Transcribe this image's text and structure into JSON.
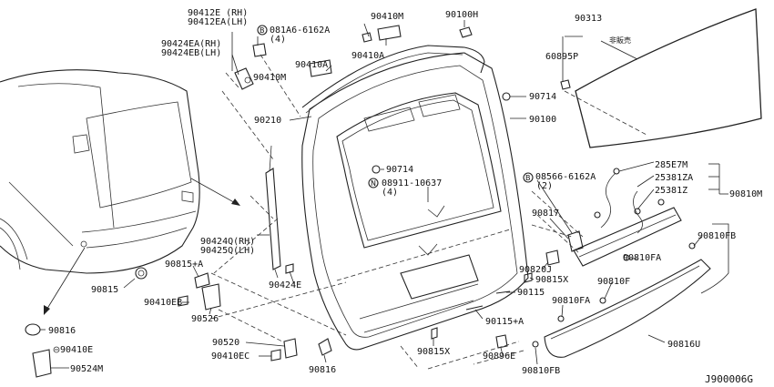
{
  "diagram_code": "J900006G",
  "note_not_for_sale": "非販売",
  "labels": {
    "p90412e": "90412E (RH)",
    "p90412ea": "90412EA(LH)",
    "p90424ea": "90424EA(RH)",
    "p90424eb": "90424EB(LH)",
    "bolt_b1": "081A6-6162A",
    "bolt_b1_qty": "(4)",
    "p90410a_top": "90410A",
    "p90410m_top": "90410M",
    "p90410m_mid": "90410M",
    "p90410a_mid": "90410A",
    "p90100h": "90100H",
    "p90210": "90210",
    "p90714a": "90714",
    "p90100": "90100",
    "p90313": "90313",
    "p60895p": "60895P",
    "p90714b": "90714",
    "nut_n1": "08911-10637",
    "nut_n1_qty": "(4)",
    "bolt_b2": "08566-6162A",
    "bolt_b2_qty": "(2)",
    "p285e7m": "285E7M",
    "p25381za": "25381ZA",
    "p25381z": "25381Z",
    "p90810m": "90810M",
    "p90817": "90817",
    "p90424q": "90424Q(RH)",
    "p90425q": "90425Q(LH)",
    "p90810fb_top": "90810FB",
    "p90810fa_top": "90810FA",
    "p90820j": "90820J",
    "p90815x_mid": "90815X",
    "p90815a": "90815+A",
    "p90424e": "90424E",
    "p90115": "90115",
    "p90810f": "90810F",
    "p90815": "90815",
    "p90410eb": "90410EB",
    "p90526": "90526",
    "p90810fa_low": "90810FA",
    "p90115a": "90115+A",
    "p90816_left": "90816",
    "p90520": "90520",
    "p90410ec": "90410EC",
    "p90815x_low": "90815X",
    "p90896e": "90896E",
    "p90816u": "90816U",
    "p90410e": "90410E",
    "p90524m": "90524M",
    "p90816_mid": "90816",
    "p90810fb_low": "90810FB"
  },
  "markers": {
    "bolt": "B",
    "nut": "N"
  }
}
